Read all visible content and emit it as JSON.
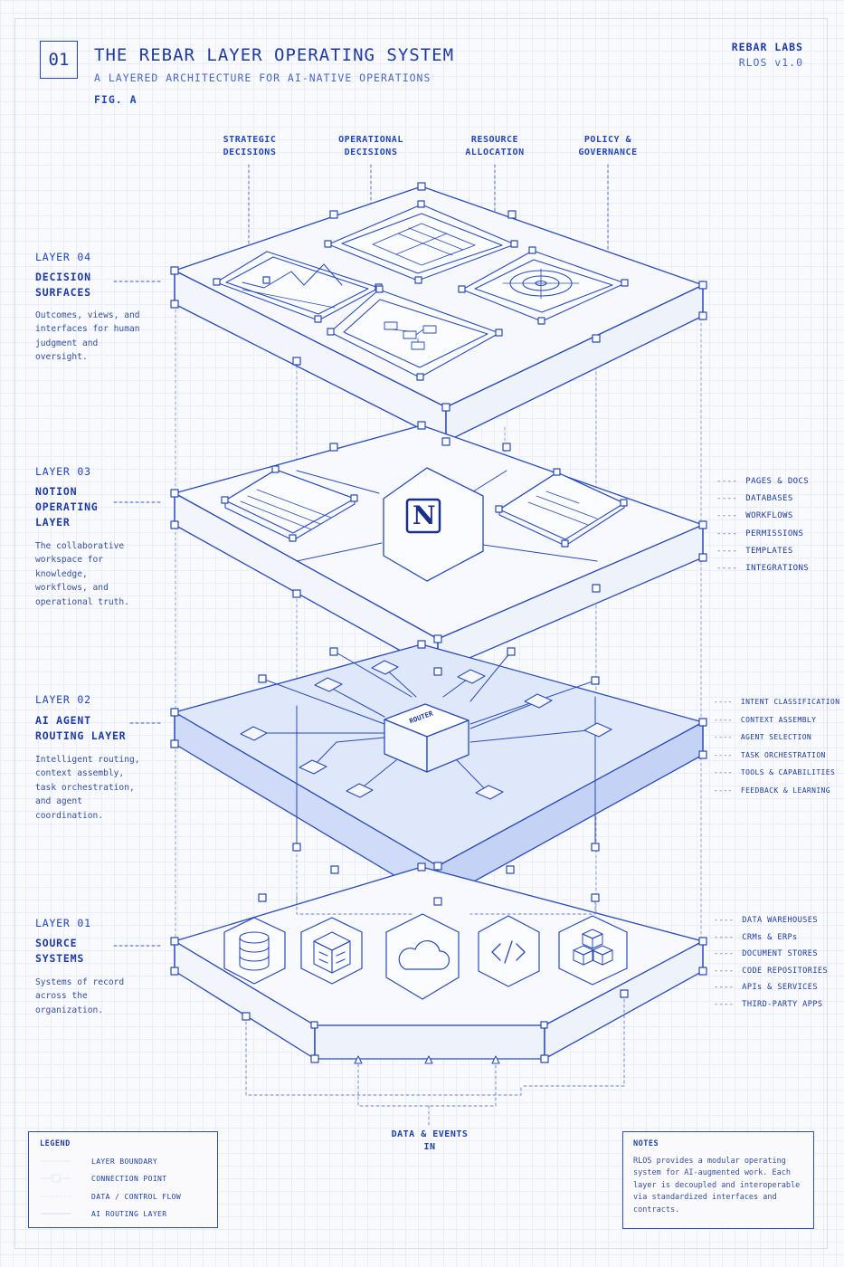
{
  "header": {
    "number": "01",
    "title": "THE REBAR LAYER OPERATING SYSTEM",
    "subtitle": "A LAYERED ARCHITECTURE FOR AI-NATIVE OPERATIONS",
    "figure": "FIG. A",
    "brand": "REBAR LABS",
    "version": "RLOS v1.0"
  },
  "top_labels": [
    {
      "line1": "STRATEGIC",
      "line2": "DECISIONS"
    },
    {
      "line1": "OPERATIONAL",
      "line2": "DECISIONS"
    },
    {
      "line1": "RESOURCE",
      "line2": "ALLOCATION"
    },
    {
      "line1": "POLICY &",
      "line2": "GOVERNANCE"
    }
  ],
  "layers": [
    {
      "number": "LAYER 04",
      "name_1": "DECISION",
      "name_2": "SURFACES",
      "name_3": "",
      "description": "Outcomes, views, and interfaces for human judgment and oversight."
    },
    {
      "number": "LAYER 03",
      "name_1": "NOTION",
      "name_2": "OPERATING",
      "name_3": "LAYER",
      "description": "The collaborative workspace for knowledge, workflows, and operational truth."
    },
    {
      "number": "LAYER 02",
      "name_1": "AI AGENT",
      "name_2": "ROUTING LAYER",
      "name_3": "",
      "description": "Intelligent routing, context assembly, task orchestration, and agent coordination."
    },
    {
      "number": "LAYER 01",
      "name_1": "SOURCE",
      "name_2": "SYSTEMS",
      "name_3": "",
      "description": "Systems of record across the organization."
    }
  ],
  "notion_features": [
    "PAGES & DOCS",
    "DATABASES",
    "WORKFLOWS",
    "PERMISSIONS",
    "TEMPLATES",
    "INTEGRATIONS"
  ],
  "routing_features": [
    "INTENT CLASSIFICATION",
    "CONTEXT ASSEMBLY",
    "AGENT SELECTION",
    "TASK ORCHESTRATION",
    "TOOLS & CAPABILITIES",
    "FEEDBACK & LEARNING"
  ],
  "source_features": [
    "DATA WAREHOUSES",
    "CRMs & ERPs",
    "DOCUMENT STORES",
    "CODE REPOSITORIES",
    "APIs & SERVICES",
    "THIRD-PARTY APPS"
  ],
  "dash": "----",
  "notion_logo_letter": "N",
  "router_label": "ROUTER",
  "source_icons": [
    "database-icon",
    "archive-box-icon",
    "cloud-icon",
    "code-icon",
    "cubes-icon"
  ],
  "footer": {
    "line1": "DATA & EVENTS",
    "line2": "IN"
  },
  "legend": {
    "title": "LEGEND",
    "items": [
      "LAYER BOUNDARY",
      "CONNECTION POINT",
      "DATA / CONTROL FLOW",
      "AI ROUTING LAYER"
    ]
  },
  "notes": {
    "title": "NOTES",
    "body": "RLOS provides a modular operating system for AI-augmented work. Each layer is decoupled and interoperable via standardized interfaces and contracts."
  },
  "colors": {
    "ink": "#2446b8",
    "accent_fill": "#e3ebfb",
    "paper": "#f9fafd"
  }
}
